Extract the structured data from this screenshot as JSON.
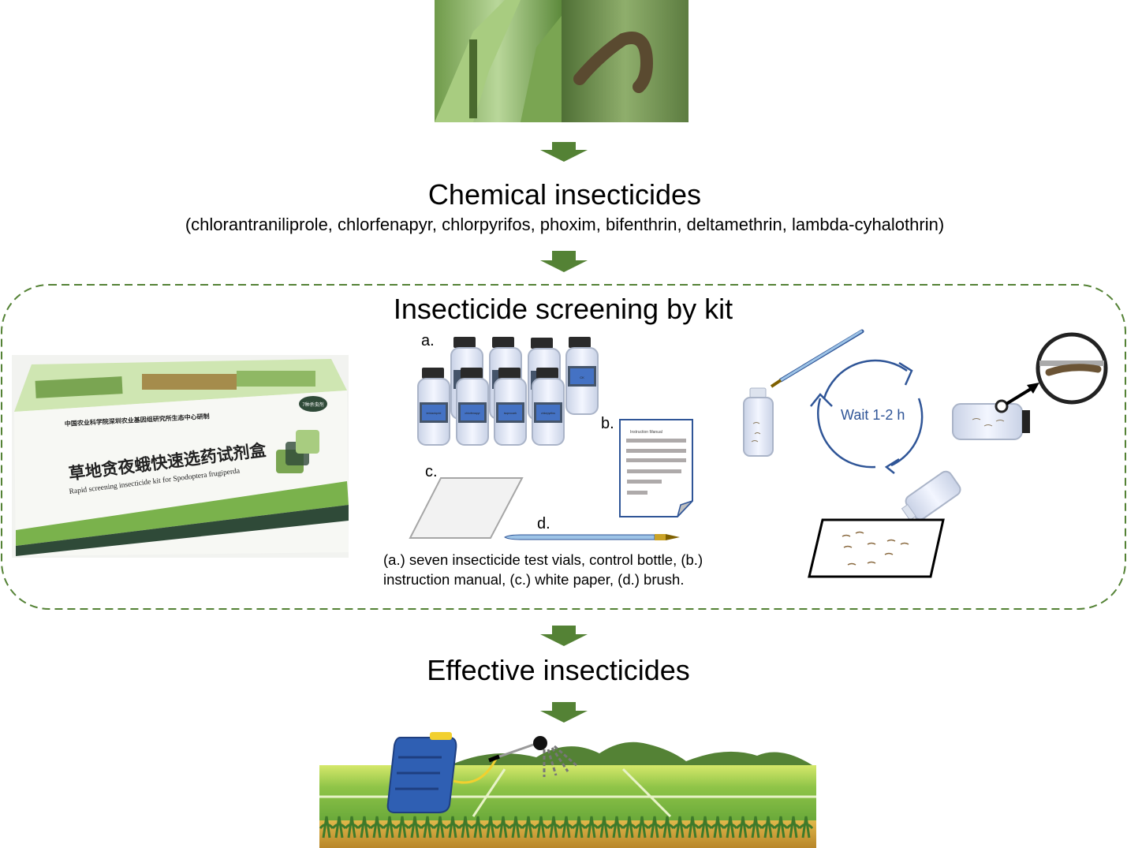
{
  "steps": {
    "chemical_title": "Chemical insecticides",
    "chemical_list": "(chlorantraniliprole, chlorfenapyr, chlorpyrifos, phoxim, bifenthrin, deltamethrin, lambda-cyhalothrin)",
    "screening_title": "Insecticide screening by kit",
    "effective_title": "Effective insecticides"
  },
  "kit": {
    "box_org_text": "中国农业科学院深圳农业基因组研究所生态中心研制",
    "box_title_cn": "草地贪夜蛾快速选药试剂盒",
    "box_title_en": "Rapid screening insecticide kit for Spodoptera frugiperda",
    "box_badge": "7种杀虫剂",
    "labels": {
      "a": "a.",
      "b": "b.",
      "c": "c.",
      "d": "d."
    },
    "vial_labels": [
      "imidacloprid",
      "chlorfenapyr",
      "isoprocarb",
      "chlorpyrifos"
    ],
    "control_label": "CK",
    "manual_title": "Instruction  Manual",
    "caption_line1": "(a.) seven insecticide test vials, control bottle, (b.)",
    "caption_line2": "instruction manual,  (c.) white paper, (d.) brush."
  },
  "procedure": {
    "wait_label": "Wait 1-2 h"
  },
  "colors": {
    "arrow": "#548235",
    "dashed_border": "#548235",
    "vial_label": "#4472c4",
    "cycle": "#2f5597"
  }
}
